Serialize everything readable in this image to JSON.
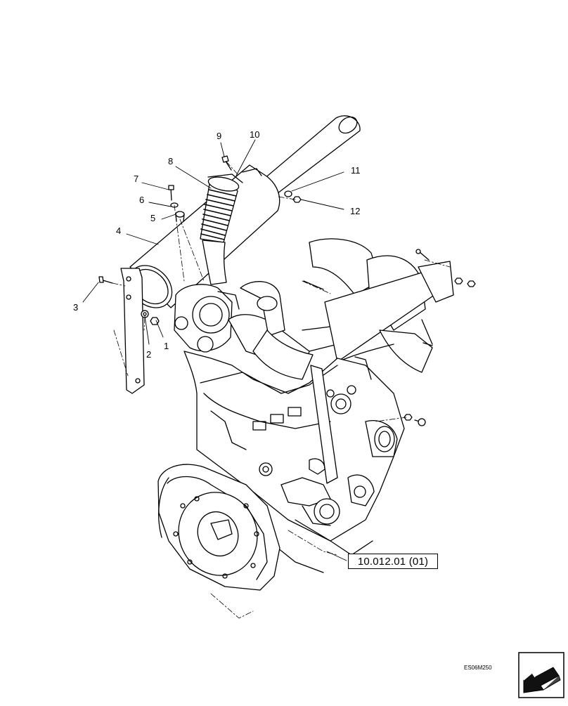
{
  "callouts": {
    "c1": "1",
    "c2": "2",
    "c3": "3",
    "c4": "4",
    "c5": "5",
    "c6": "6",
    "c7": "7",
    "c8": "8",
    "c9": "9",
    "c10": "10",
    "c11": "11",
    "c12": "12"
  },
  "reference_label": "10.012.01 (01)",
  "drawing_code": "ES06M250",
  "icons": {
    "navigation": "arrow-return-icon"
  }
}
